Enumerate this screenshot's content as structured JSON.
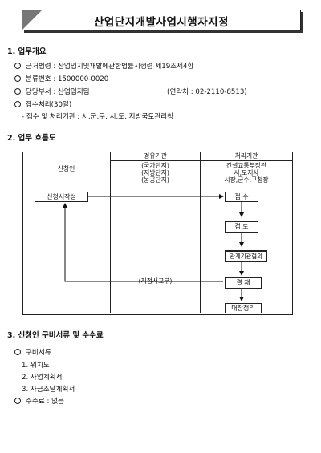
{
  "title": "산업단지개발사업시행자지정",
  "section1": {
    "heading": "1.  업무개요",
    "items": [
      {
        "label": "근거법령",
        "value": "산업입지및개발에관한법률시행령  제19조제4항"
      },
      {
        "label": "분류번호",
        "value": "1500000-0020"
      },
      {
        "label": "담당부서",
        "value": "산업입지팀",
        "extra": "(연락처 : 02-2110-8513)"
      },
      {
        "label": "접수처리(30일)",
        "value": ""
      }
    ],
    "sub_item": "- 접수 및 처리기관 : 시,군,구, 시,도, 지방국토관리청"
  },
  "section2": {
    "heading": "2.  업무 흐름도",
    "col_headers": [
      "경유기관",
      "처리기관"
    ],
    "applicant": "신청인",
    "via_orgs": [
      "(국가단지)",
      "(지방단지)",
      "(농공단지)"
    ],
    "proc_orgs": [
      "건설교통부장관",
      "시,도지사",
      "시장,군수,구청장"
    ],
    "boxes": {
      "apply": "신청서작성",
      "receive": "접 수",
      "review": "검 토",
      "consult": "관계기관협의",
      "decide": "결 재",
      "ledger": "대장정리"
    },
    "notice": "(지정서교부)"
  },
  "section3": {
    "heading": "3.  신청인 구비서류 및 수수료",
    "docs_label": "구비서류",
    "docs": [
      "1. 위치도",
      "2. 사업계획서",
      "3. 자금조달계획서"
    ],
    "fee": "수수료 : 없음"
  }
}
